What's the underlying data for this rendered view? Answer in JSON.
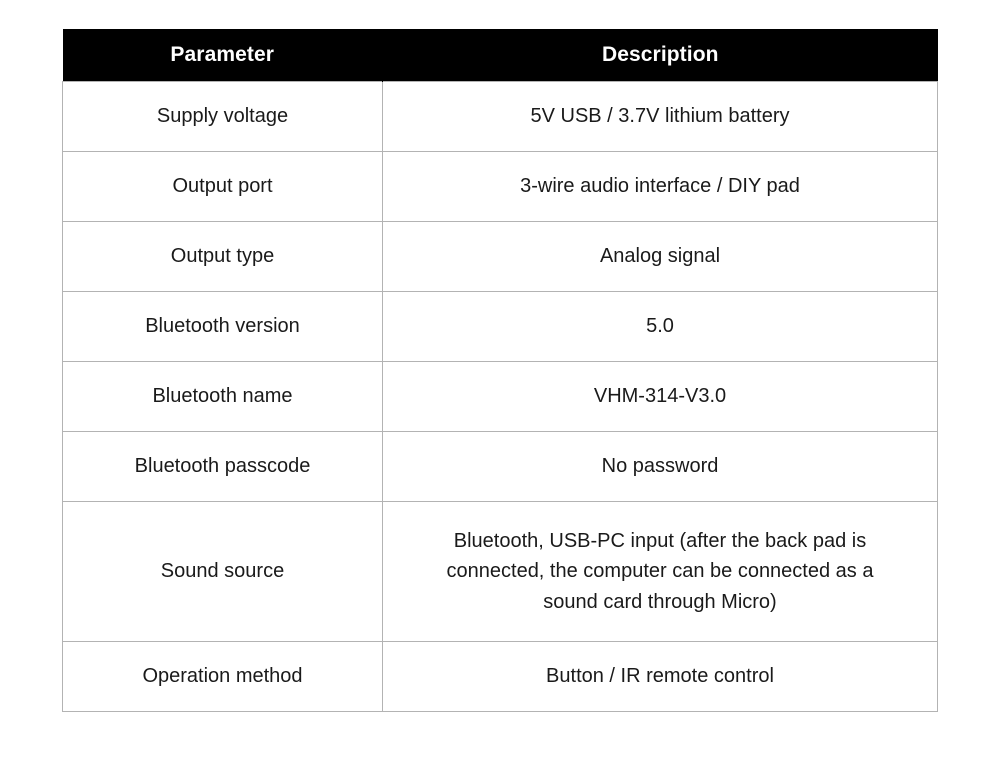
{
  "table": {
    "header": {
      "parameter_label": "Parameter",
      "description_label": "Description"
    },
    "colors": {
      "header_background": "#000000",
      "header_text": "#ffffff",
      "border": "#b3b3b3",
      "body_text": "#1a1a1a",
      "page_background": "#ffffff"
    },
    "rows": [
      {
        "parameter": "Supply voltage",
        "description": "5V USB / 3.7V lithium battery"
      },
      {
        "parameter": "Output port",
        "description": "3-wire audio interface / DIY pad"
      },
      {
        "parameter": "Output type",
        "description": "Analog signal"
      },
      {
        "parameter": "Bluetooth version",
        "description": "5.0"
      },
      {
        "parameter": "Bluetooth name",
        "description": "VHM-314-V3.0"
      },
      {
        "parameter": "Bluetooth passcode",
        "description": "No password"
      },
      {
        "parameter": "Sound source",
        "description": "Bluetooth, USB-PC input (after the back pad is connected, the computer can be connected as a sound card through Micro)"
      },
      {
        "parameter": "Operation method",
        "description": "Button / IR remote control"
      }
    ]
  }
}
